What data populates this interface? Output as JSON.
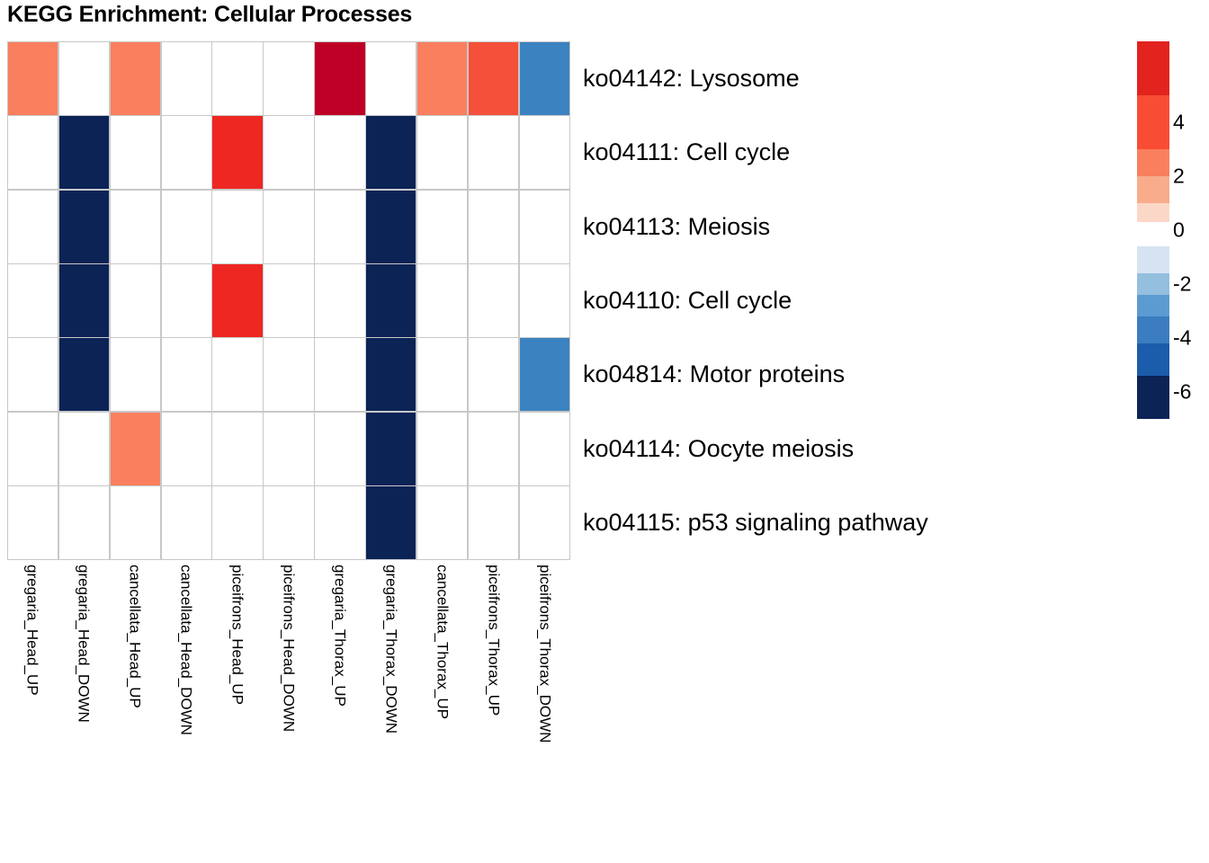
{
  "title": "KEGG Enrichment: Cellular Processes",
  "chart_data": {
    "type": "heatmap",
    "title": "KEGG Enrichment: Cellular Processes",
    "xlabel": "",
    "ylabel": "",
    "grid": true,
    "legend_position": "right",
    "columns": [
      "gregaria_Head_UP",
      "gregaria_Head_DOWN",
      "cancellata_Head_UP",
      "cancellata_Head_DOWN",
      "piceifrons_Head_UP",
      "piceifrons_Head_DOWN",
      "gregaria_Thorax_UP",
      "gregaria_Thorax_DOWN",
      "cancellata_Thorax_UP",
      "piceifrons_Thorax_UP",
      "piceifrons_Thorax_DOWN"
    ],
    "rows": [
      "ko04142: Lysosome",
      "ko04111: Cell cycle",
      "ko04113: Meiosis",
      "ko04110: Cell cycle",
      "ko04814: Motor proteins",
      "ko04114: Oocyte meiosis",
      "ko04115: p53 signaling pathway"
    ],
    "values": [
      [
        2.4,
        0,
        2.4,
        0,
        0,
        0,
        6.2,
        0,
        2.4,
        3.6,
        -3.6
      ],
      [
        0,
        -6.4,
        0,
        0,
        4.4,
        0,
        0,
        -6.4,
        0,
        0,
        0
      ],
      [
        0,
        -6.4,
        0,
        0,
        0,
        0,
        0,
        -6.4,
        0,
        0,
        0
      ],
      [
        0,
        -6.4,
        0,
        0,
        4.4,
        0,
        0,
        -6.4,
        0,
        0,
        0
      ],
      [
        0,
        -6.4,
        0,
        0,
        0,
        0,
        0,
        -6.4,
        0,
        0,
        -3.6
      ],
      [
        0,
        0,
        2.4,
        0,
        0,
        0,
        0,
        -6.4,
        0,
        0,
        0
      ],
      [
        0,
        0,
        0,
        0,
        0,
        0,
        0,
        -6.4,
        0,
        0,
        0
      ]
    ],
    "colorbar": {
      "ticks": [
        "4",
        "2",
        "0",
        "-2",
        "-4",
        "-6"
      ],
      "tick_values": [
        4,
        2,
        0,
        -2,
        -4,
        -6
      ],
      "vmin": -7,
      "vmax": 7,
      "bands": [
        {
          "color": "#E2231E",
          "from": 5,
          "to": 7
        },
        {
          "color": "#F84D34",
          "from": 3,
          "to": 5
        },
        {
          "color": "#F97F5E",
          "from": 2,
          "to": 3
        },
        {
          "color": "#F8AC8C",
          "from": 1,
          "to": 2
        },
        {
          "color": "#FBD7C7",
          "from": 0.3,
          "to": 1
        },
        {
          "color": "#FFFFFF",
          "from": -0.6,
          "to": 0.3
        },
        {
          "color": "#D6E3F2",
          "from": -1.6,
          "to": -0.6
        },
        {
          "color": "#95BFDE",
          "from": -2.4,
          "to": -1.6
        },
        {
          "color": "#5B9BD1",
          "from": -3.2,
          "to": -2.4
        },
        {
          "color": "#3B7DC0",
          "from": -4.2,
          "to": -3.2
        },
        {
          "color": "#1B5CAB",
          "from": -5.4,
          "to": -4.2
        },
        {
          "color": "#0C2356",
          "from": -7,
          "to": -5.4
        }
      ]
    },
    "cell_colors": [
      [
        "#F97F5E",
        "#FFFFFF",
        "#F97F5E",
        "#FFFFFF",
        "#FFFFFF",
        "#FFFFFF",
        "#BE0026",
        "#FFFFFF",
        "#F97F5E",
        "#F4503A",
        "#3B82C0"
      ],
      [
        "#FFFFFF",
        "#0C2356",
        "#FFFFFF",
        "#FFFFFF",
        "#EE2722",
        "#FFFFFF",
        "#FFFFFF",
        "#0C2356",
        "#FFFFFF",
        "#FFFFFF",
        "#FFFFFF"
      ],
      [
        "#FFFFFF",
        "#0C2356",
        "#FFFFFF",
        "#FFFFFF",
        "#FFFFFF",
        "#FFFFFF",
        "#FFFFFF",
        "#0C2356",
        "#FFFFFF",
        "#FFFFFF",
        "#FFFFFF"
      ],
      [
        "#FFFFFF",
        "#0C2356",
        "#FFFFFF",
        "#FFFFFF",
        "#EE2722",
        "#FFFFFF",
        "#FFFFFF",
        "#0C2356",
        "#FFFFFF",
        "#FFFFFF",
        "#FFFFFF"
      ],
      [
        "#FFFFFF",
        "#0C2356",
        "#FFFFFF",
        "#FFFFFF",
        "#FFFFFF",
        "#FFFFFF",
        "#FFFFFF",
        "#0C2356",
        "#FFFFFF",
        "#FFFFFF",
        "#3B82C0"
      ],
      [
        "#FFFFFF",
        "#FFFFFF",
        "#F97F5E",
        "#FFFFFF",
        "#FFFFFF",
        "#FFFFFF",
        "#FFFFFF",
        "#0C2356",
        "#FFFFFF",
        "#FFFFFF",
        "#FFFFFF"
      ],
      [
        "#FFFFFF",
        "#FFFFFF",
        "#FFFFFF",
        "#FFFFFF",
        "#FFFFFF",
        "#FFFFFF",
        "#FFFFFF",
        "#0C2356",
        "#FFFFFF",
        "#FFFFFF",
        "#FFFFFF"
      ]
    ]
  },
  "colors": {
    "grid_line": "#c8c8c8",
    "background": "#ffffff",
    "text": "#000000"
  }
}
